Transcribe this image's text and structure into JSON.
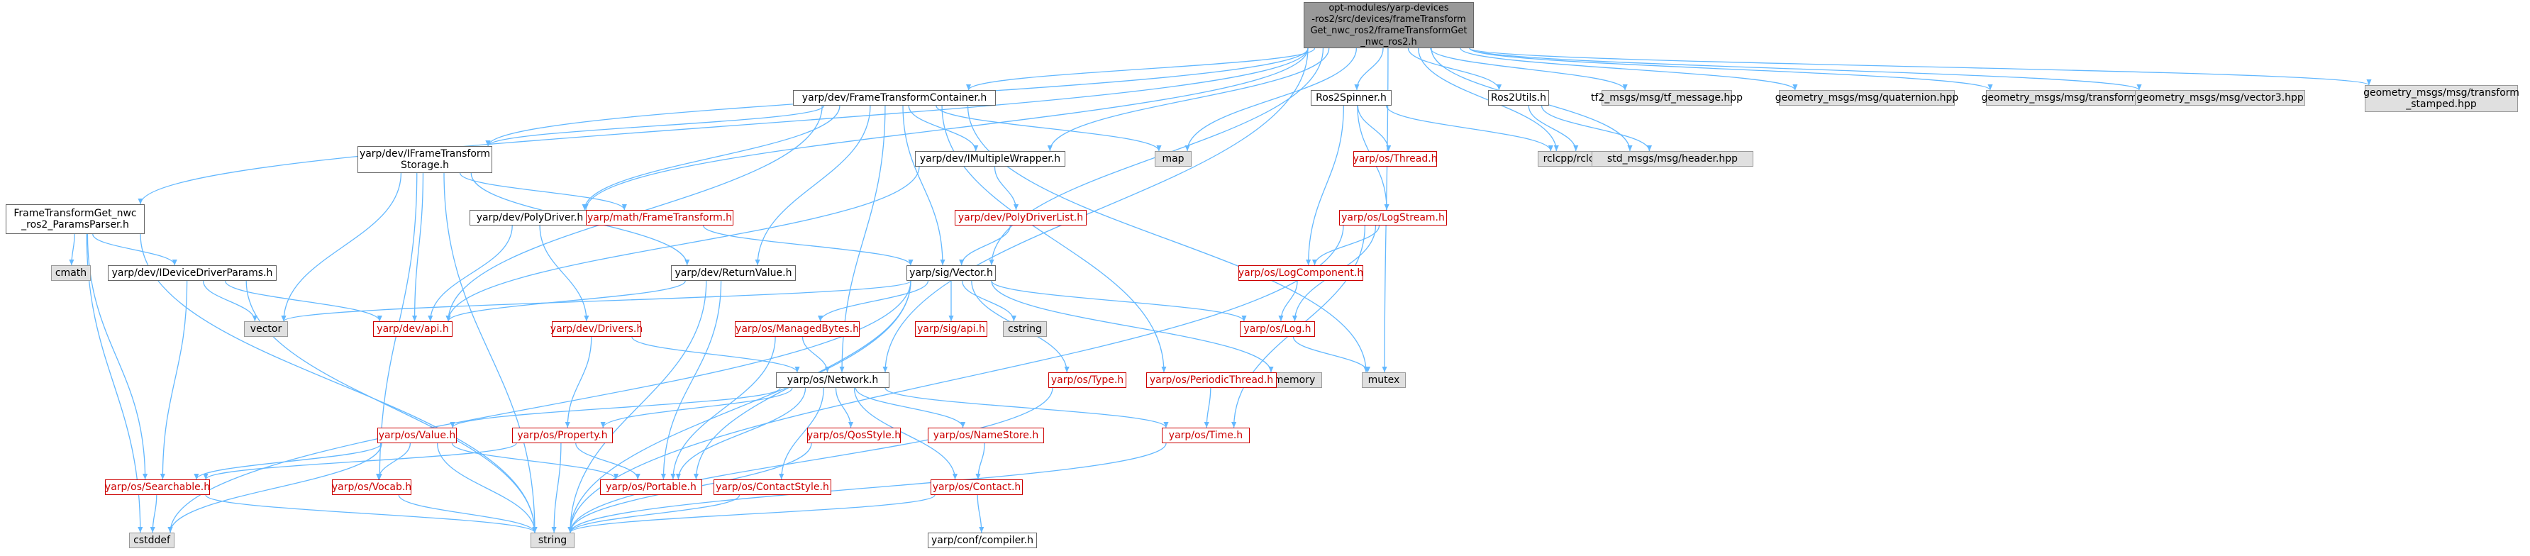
{
  "colors": {
    "edge": "#63b8ff",
    "broken_link": "#cc0000",
    "external_fill": "#e0e0e0",
    "root_fill": "#999999"
  },
  "nodes": [
    {
      "id": "root",
      "label": "opt-modules/yarp-devices\n-ros2/src/devices/frameTransform\nGet_nwc_ros2/frameTransformGet\n_nwc_ros2.h",
      "kind": "root"
    },
    {
      "id": "params",
      "label": "FrameTransformGet_nwc\n_ros2_ParamsParser.h",
      "kind": "std"
    },
    {
      "id": "ftcont",
      "label": "yarp/dev/FrameTransformContainer.h",
      "kind": "std"
    },
    {
      "id": "ros2spin",
      "label": "Ros2Spinner.h",
      "kind": "std"
    },
    {
      "id": "ros2utils",
      "label": "Ros2Utils.h",
      "kind": "std"
    },
    {
      "id": "tf2msg",
      "label": "tf2_msgs/msg/tf_message.hpp",
      "kind": "ext"
    },
    {
      "id": "quat",
      "label": "geometry_msgs/msg/quaternion.hpp",
      "kind": "ext"
    },
    {
      "id": "transform",
      "label": "geometry_msgs/msg/transform.hpp",
      "kind": "ext"
    },
    {
      "id": "vector3",
      "label": "geometry_msgs/msg/vector3.hpp",
      "kind": "ext"
    },
    {
      "id": "tfstamped",
      "label": "geometry_msgs/msg/transform\n_stamped.hpp",
      "kind": "ext"
    },
    {
      "id": "iftstorage",
      "label": "yarp/dev/IFrameTransform\nStorage.h",
      "kind": "std"
    },
    {
      "id": "imultwrap",
      "label": "yarp/dev/IMultipleWrapper.h",
      "kind": "std"
    },
    {
      "id": "map",
      "label": "map",
      "kind": "ext"
    },
    {
      "id": "osthread",
      "label": "yarp/os/Thread.h",
      "kind": "red"
    },
    {
      "id": "rclcpp",
      "label": "rclcpp/rclcpp.hpp",
      "kind": "ext"
    },
    {
      "id": "stdheader",
      "label": "std_msgs/msg/header.hpp",
      "kind": "ext"
    },
    {
      "id": "polydriver",
      "label": "yarp/dev/PolyDriver.h",
      "kind": "std"
    },
    {
      "id": "mathft",
      "label": "yarp/math/FrameTransform.h",
      "kind": "red"
    },
    {
      "id": "pdlist",
      "label": "yarp/dev/PolyDriverList.h",
      "kind": "red"
    },
    {
      "id": "logstream",
      "label": "yarp/os/LogStream.h",
      "kind": "red"
    },
    {
      "id": "cmath",
      "label": "cmath",
      "kind": "ext"
    },
    {
      "id": "idevparams",
      "label": "yarp/dev/IDeviceDriverParams.h",
      "kind": "std"
    },
    {
      "id": "retval",
      "label": "yarp/dev/ReturnValue.h",
      "kind": "std"
    },
    {
      "id": "sigvector",
      "label": "yarp/sig/Vector.h",
      "kind": "std"
    },
    {
      "id": "logcomp",
      "label": "yarp/os/LogComponent.h",
      "kind": "red"
    },
    {
      "id": "vector",
      "label": "vector",
      "kind": "ext"
    },
    {
      "id": "devapi",
      "label": "yarp/dev/api.h",
      "kind": "red"
    },
    {
      "id": "drivers",
      "label": "yarp/dev/Drivers.h",
      "kind": "red"
    },
    {
      "id": "mbytes",
      "label": "yarp/os/ManagedBytes.h",
      "kind": "red"
    },
    {
      "id": "sigapi",
      "label": "yarp/sig/api.h",
      "kind": "red"
    },
    {
      "id": "cstring",
      "label": "cstring",
      "kind": "ext"
    },
    {
      "id": "oslog",
      "label": "yarp/os/Log.h",
      "kind": "red"
    },
    {
      "id": "memory",
      "label": "memory",
      "kind": "ext"
    },
    {
      "id": "mutex",
      "label": "mutex",
      "kind": "ext"
    },
    {
      "id": "ostype",
      "label": "yarp/os/Type.h",
      "kind": "red"
    },
    {
      "id": "perthread",
      "label": "yarp/os/PeriodicThread.h",
      "kind": "red"
    },
    {
      "id": "network",
      "label": "yarp/os/Network.h",
      "kind": "std"
    },
    {
      "id": "osvalue",
      "label": "yarp/os/Value.h",
      "kind": "red"
    },
    {
      "id": "osprop",
      "label": "yarp/os/Property.h",
      "kind": "red"
    },
    {
      "id": "qos",
      "label": "yarp/os/QosStyle.h",
      "kind": "red"
    },
    {
      "id": "namestore",
      "label": "yarp/os/NameStore.h",
      "kind": "red"
    },
    {
      "id": "ostime",
      "label": "yarp/os/Time.h",
      "kind": "red"
    },
    {
      "id": "searchable",
      "label": "yarp/os/Searchable.h",
      "kind": "red"
    },
    {
      "id": "vocab",
      "label": "yarp/os/Vocab.h",
      "kind": "red"
    },
    {
      "id": "portable",
      "label": "yarp/os/Portable.h",
      "kind": "red"
    },
    {
      "id": "cstyle",
      "label": "yarp/os/ContactStyle.h",
      "kind": "red"
    },
    {
      "id": "contact",
      "label": "yarp/os/Contact.h",
      "kind": "red"
    },
    {
      "id": "cstddef",
      "label": "cstddef",
      "kind": "ext"
    },
    {
      "id": "string",
      "label": "string",
      "kind": "ext"
    },
    {
      "id": "compiler",
      "label": "yarp/conf/compiler.h",
      "kind": "std"
    }
  ],
  "edges": [
    [
      "root",
      "params"
    ],
    [
      "root",
      "ftcont"
    ],
    [
      "root",
      "iftstorage"
    ],
    [
      "root",
      "imultwrap"
    ],
    [
      "root",
      "map"
    ],
    [
      "root",
      "polydriver"
    ],
    [
      "root",
      "sigvector"
    ],
    [
      "root",
      "network"
    ],
    [
      "root",
      "ros2spin"
    ],
    [
      "root",
      "rclcpp"
    ],
    [
      "root",
      "ros2utils"
    ],
    [
      "root",
      "stdheader"
    ],
    [
      "root",
      "mutex"
    ],
    [
      "root",
      "tf2msg"
    ],
    [
      "root",
      "quat"
    ],
    [
      "root",
      "transform"
    ],
    [
      "root",
      "vector3"
    ],
    [
      "root",
      "tfstamped"
    ],
    [
      "params",
      "cmath"
    ],
    [
      "params",
      "idevparams"
    ],
    [
      "params",
      "searchable"
    ],
    [
      "params",
      "string"
    ],
    [
      "params",
      "cstddef"
    ],
    [
      "idevparams",
      "vector"
    ],
    [
      "idevparams",
      "devapi"
    ],
    [
      "idevparams",
      "searchable"
    ],
    [
      "idevparams",
      "string"
    ],
    [
      "ftcont",
      "iftstorage"
    ],
    [
      "ftcont",
      "imultwrap"
    ],
    [
      "ftcont",
      "map"
    ],
    [
      "ftcont",
      "polydriver"
    ],
    [
      "ftcont",
      "sigvector"
    ],
    [
      "ftcont",
      "retval"
    ],
    [
      "ftcont",
      "devapi"
    ],
    [
      "ftcont",
      "network"
    ],
    [
      "ftcont",
      "perthread"
    ],
    [
      "ftcont",
      "mutex"
    ],
    [
      "iftstorage",
      "mathft"
    ],
    [
      "iftstorage",
      "retval"
    ],
    [
      "iftstorage",
      "devapi"
    ],
    [
      "iftstorage",
      "vector"
    ],
    [
      "iftstorage",
      "string"
    ],
    [
      "iftstorage",
      "vocab"
    ],
    [
      "imultwrap",
      "pdlist"
    ],
    [
      "imultwrap",
      "devapi"
    ],
    [
      "pdlist",
      "sigvector"
    ],
    [
      "mathft",
      "sigvector"
    ],
    [
      "polydriver",
      "drivers"
    ],
    [
      "polydriver",
      "devapi"
    ],
    [
      "drivers",
      "network"
    ],
    [
      "drivers",
      "osprop"
    ],
    [
      "retval",
      "devapi"
    ],
    [
      "retval",
      "portable"
    ],
    [
      "retval",
      "string"
    ],
    [
      "sigvector",
      "sigapi"
    ],
    [
      "sigvector",
      "mbytes"
    ],
    [
      "sigvector",
      "cstring"
    ],
    [
      "sigvector",
      "oslog"
    ],
    [
      "sigvector",
      "ostype"
    ],
    [
      "sigvector",
      "vector"
    ],
    [
      "sigvector",
      "memory"
    ],
    [
      "sigvector",
      "portable"
    ],
    [
      "sigvector",
      "cstddef"
    ],
    [
      "sigvector",
      "string"
    ],
    [
      "mbytes",
      "network"
    ],
    [
      "mbytes",
      "portable"
    ],
    [
      "ros2spin",
      "osthread"
    ],
    [
      "ros2spin",
      "logstream"
    ],
    [
      "ros2spin",
      "logcomp"
    ],
    [
      "ros2spin",
      "rclcpp"
    ],
    [
      "ros2utils",
      "rclcpp"
    ],
    [
      "ros2utils",
      "stdheader"
    ],
    [
      "logstream",
      "logcomp"
    ],
    [
      "logstream",
      "oslog"
    ],
    [
      "logstream",
      "ostime"
    ],
    [
      "logstream",
      "string"
    ],
    [
      "logcomp",
      "oslog"
    ],
    [
      "oslog",
      "mutex"
    ],
    [
      "ostype",
      "string"
    ],
    [
      "perthread",
      "ostime"
    ],
    [
      "network",
      "osvalue"
    ],
    [
      "network",
      "osprop"
    ],
    [
      "network",
      "qos"
    ],
    [
      "network",
      "namestore"
    ],
    [
      "network",
      "ostime"
    ],
    [
      "network",
      "portable"
    ],
    [
      "network",
      "cstyle"
    ],
    [
      "network",
      "contact"
    ],
    [
      "osvalue",
      "searchable"
    ],
    [
      "osvalue",
      "vocab"
    ],
    [
      "osvalue",
      "portable"
    ],
    [
      "osvalue",
      "string"
    ],
    [
      "osvalue",
      "cstddef"
    ],
    [
      "osprop",
      "searchable"
    ],
    [
      "osprop",
      "portable"
    ],
    [
      "osprop",
      "string"
    ],
    [
      "qos",
      "string"
    ],
    [
      "namestore",
      "contact"
    ],
    [
      "ostime",
      "string"
    ],
    [
      "searchable",
      "string"
    ],
    [
      "searchable",
      "cstddef"
    ],
    [
      "vocab",
      "string"
    ],
    [
      "cstyle",
      "string"
    ],
    [
      "contact",
      "string"
    ],
    [
      "contact",
      "compiler"
    ]
  ]
}
